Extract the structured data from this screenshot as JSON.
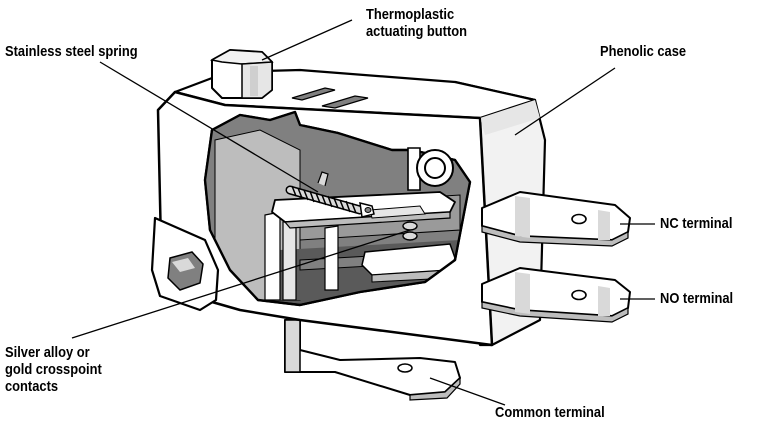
{
  "diagram": {
    "title": "Microswitch cutaway",
    "labels": {
      "actuating_button_line1": "Thermoplastic",
      "actuating_button_line2": "actuating button",
      "spring": "Stainless steel spring",
      "case": "Phenolic case",
      "nc_terminal": "NC terminal",
      "no_terminal": "NO terminal",
      "contacts_line1": "Silver alloy or",
      "contacts_line2": "gold crosspoint",
      "contacts_line3": "contacts",
      "common_terminal": "Common terminal"
    },
    "colors": {
      "outline": "#000000",
      "case_front": "#ffffff",
      "case_side": "#f2f2f2",
      "case_shadow": "#d9d9d9",
      "interior_mid": "#bdbdbd",
      "interior_dark": "#808080",
      "interior_deep": "#5a5a5a",
      "background": "#ffffff"
    }
  }
}
